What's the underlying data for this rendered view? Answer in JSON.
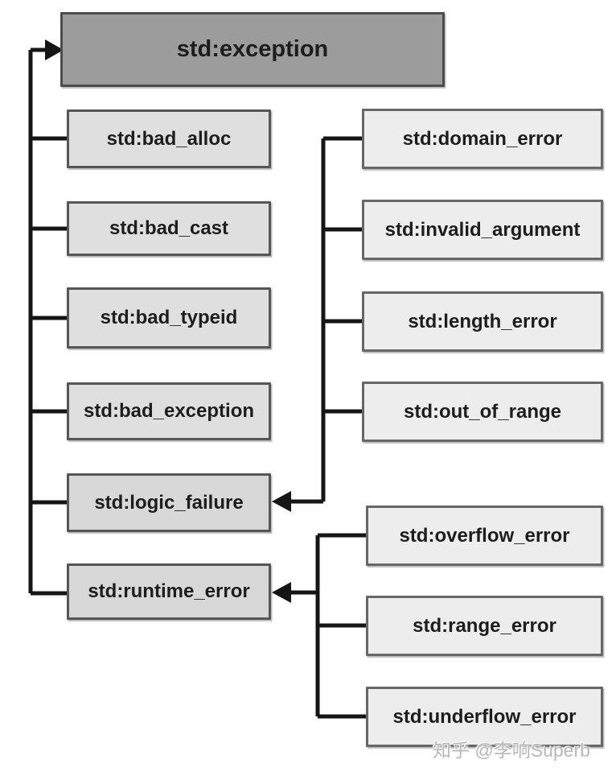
{
  "diagram": {
    "root": {
      "label": "std:exception"
    },
    "base_classes": [
      {
        "label": "std:bad_alloc"
      },
      {
        "label": "std:bad_cast"
      },
      {
        "label": "std:bad_typeid"
      },
      {
        "label": "std:bad_exception"
      },
      {
        "label": "std:logic_failure"
      },
      {
        "label": "std:runtime_error"
      }
    ],
    "logic_failure_children": [
      {
        "label": "std:domain_error"
      },
      {
        "label": "std:invalid_argument"
      },
      {
        "label": "std:length_error"
      },
      {
        "label": "std:out_of_range"
      }
    ],
    "runtime_error_children": [
      {
        "label": "std:overflow_error"
      },
      {
        "label": "std:range_error"
      },
      {
        "label": "std:underflow_error"
      }
    ]
  },
  "watermark": {
    "text": "知乎 @李响Superb"
  },
  "colors": {
    "root_fill": "#9c9c9c",
    "left_fill": "#dfdfdf",
    "highlight_fill": "#d8d8d8",
    "right_fill": "#ededed",
    "border": "#565656",
    "line": "#151515",
    "watermark_color": "#b8b8b8"
  }
}
